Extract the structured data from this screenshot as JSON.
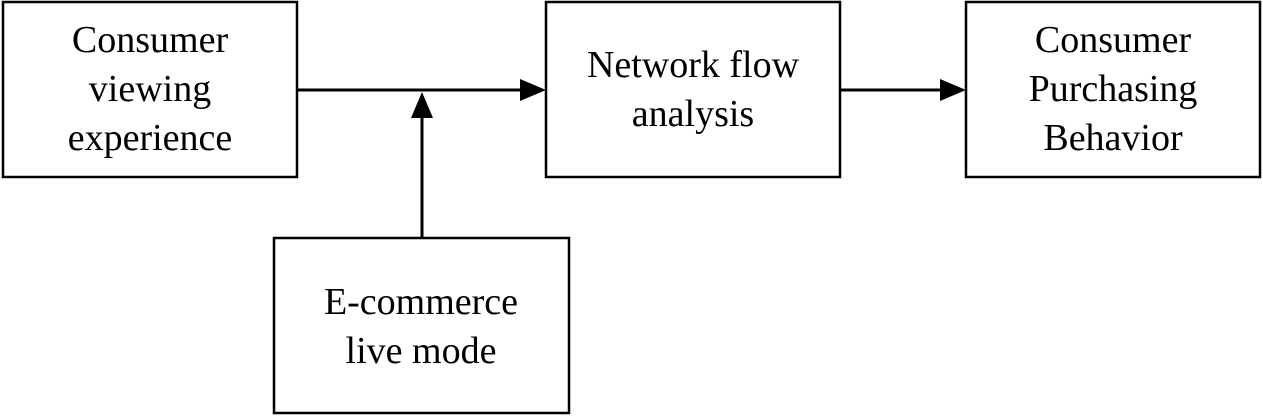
{
  "diagram": {
    "nodes": {
      "viewing": {
        "lines": [
          "Consumer",
          "viewing",
          "experience"
        ]
      },
      "network": {
        "lines": [
          "Network flow",
          "analysis"
        ]
      },
      "purchasing": {
        "lines": [
          "Consumer",
          "Purchasing",
          "Behavior"
        ]
      },
      "ecommerce": {
        "lines": [
          "E-commerce",
          "live mode"
        ]
      }
    },
    "edges": [
      {
        "from": "viewing",
        "to": "network"
      },
      {
        "from": "network",
        "to": "purchasing"
      },
      {
        "from": "ecommerce",
        "to": "viewing-to-network-edge"
      }
    ],
    "colors": {
      "stroke": "#000000",
      "fill": "#ffffff",
      "text": "#000000"
    }
  }
}
